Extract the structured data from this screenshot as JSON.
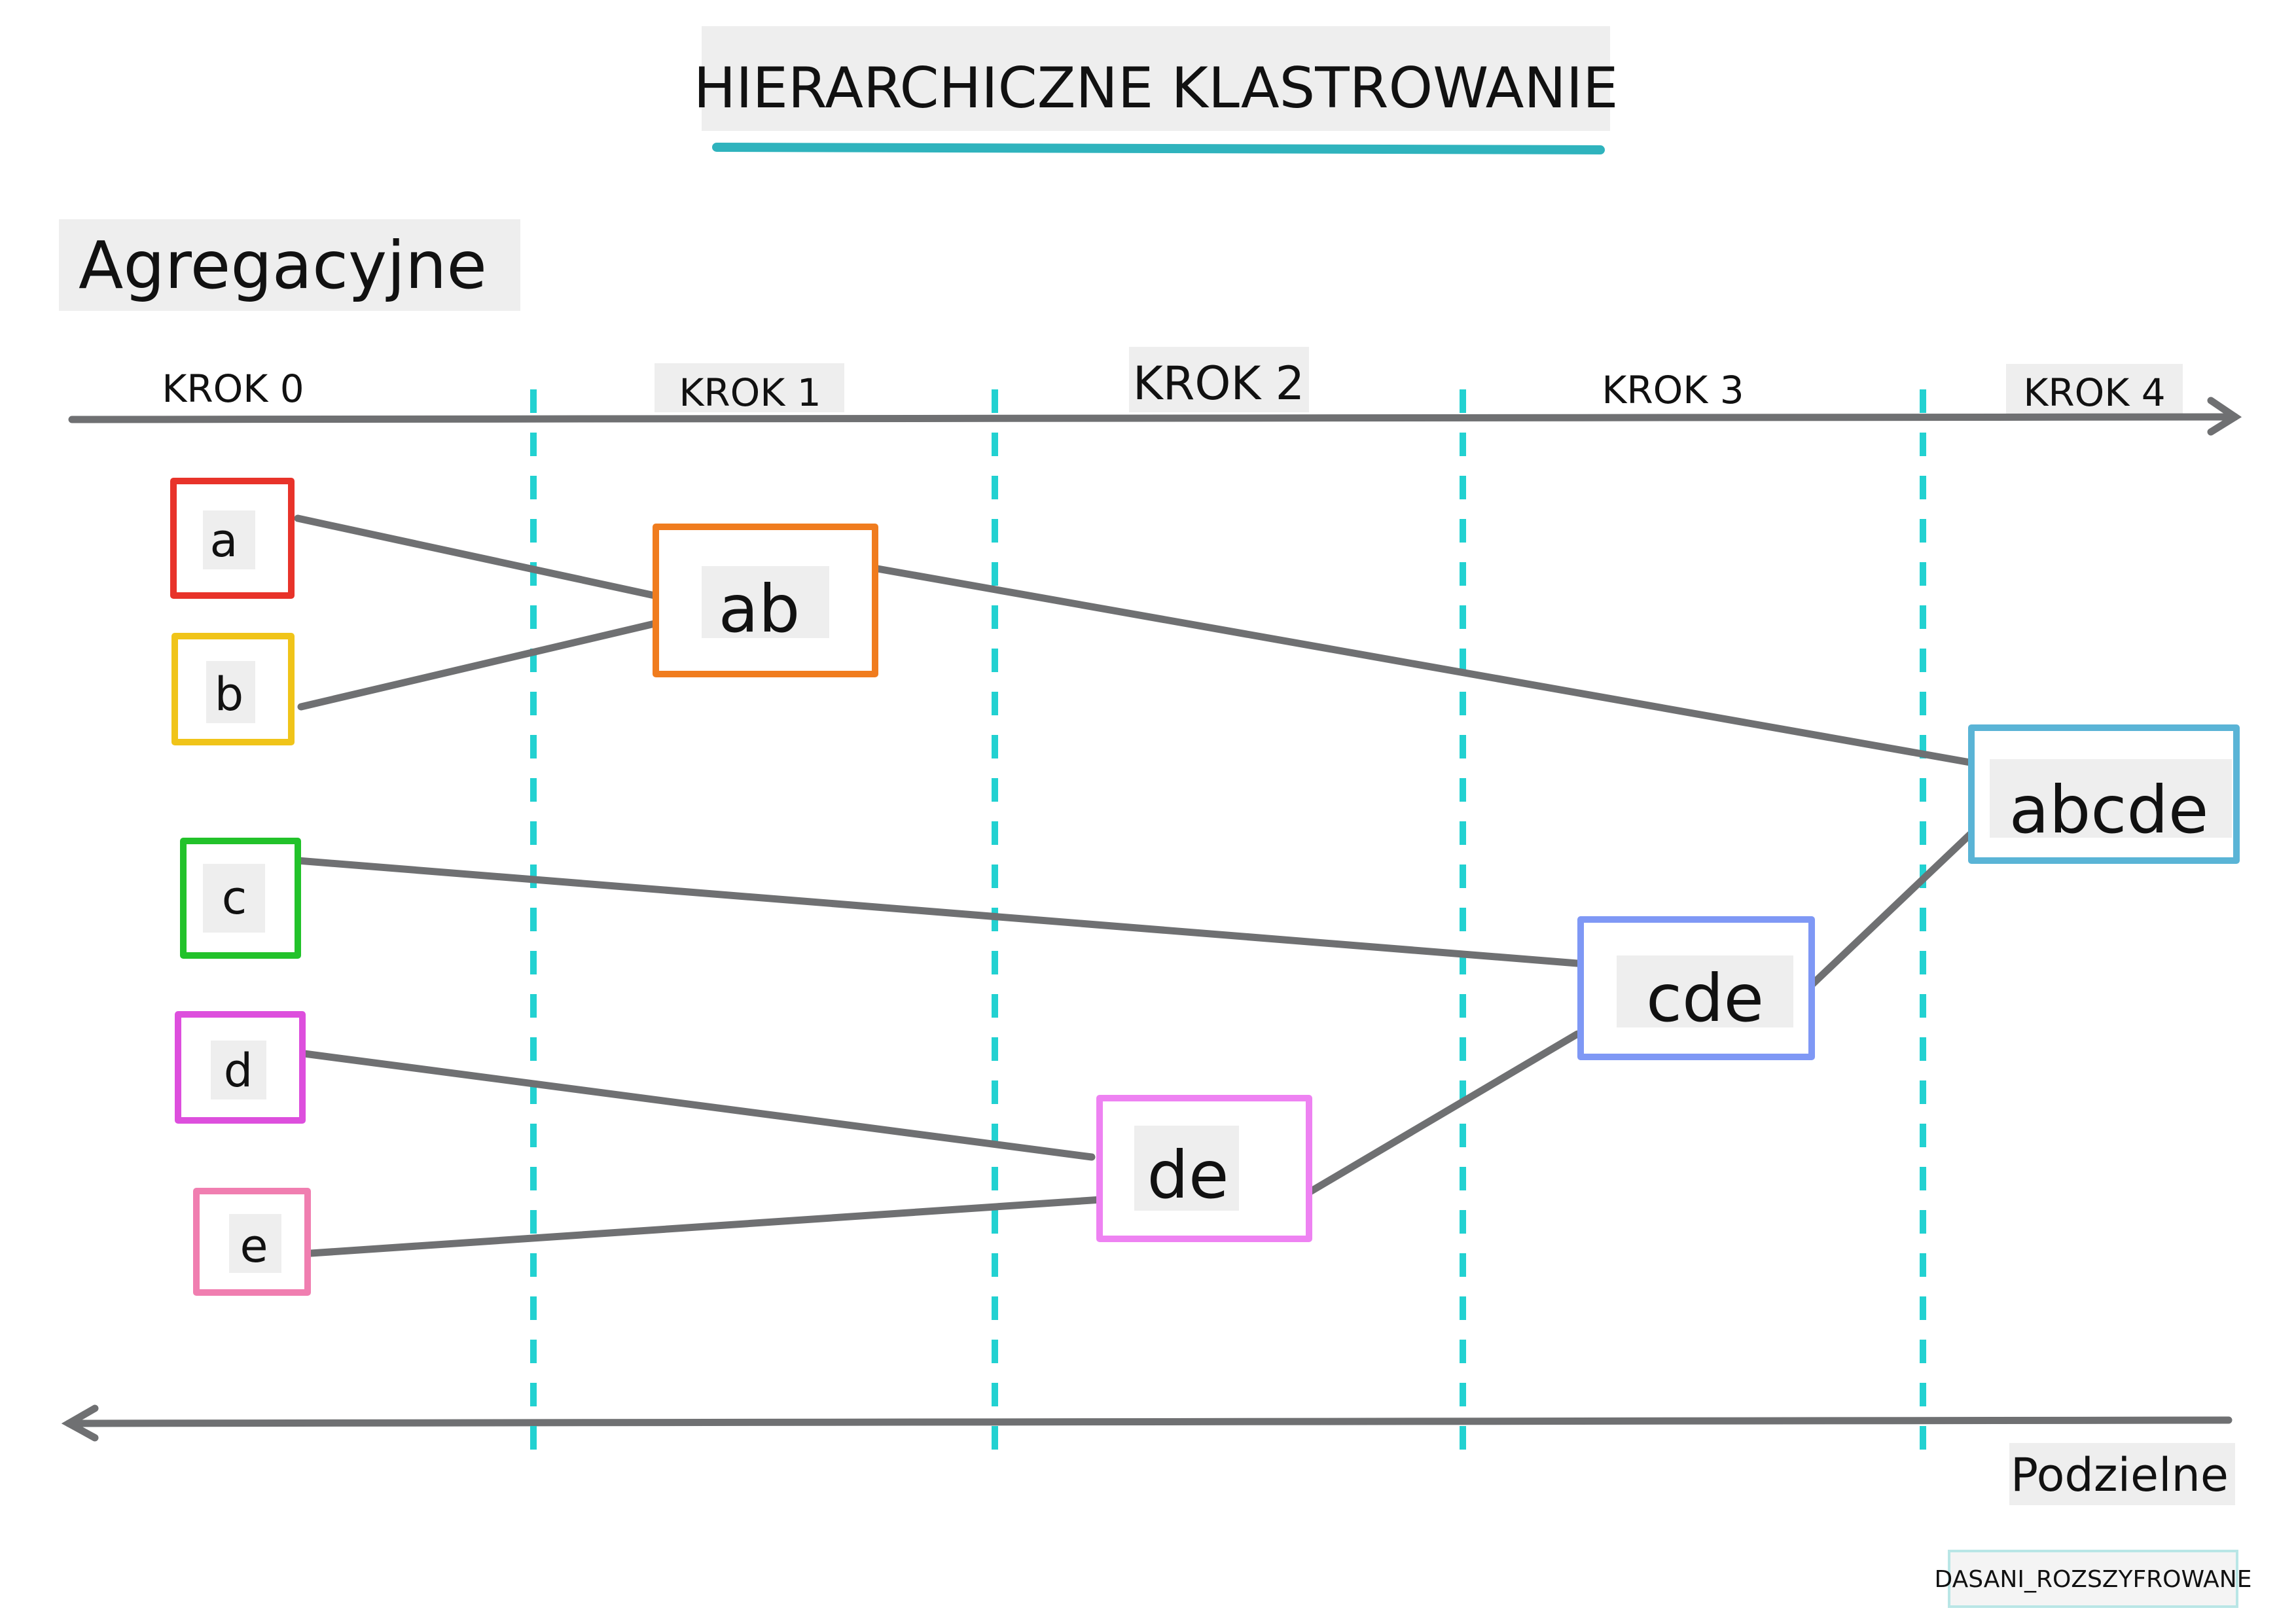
{
  "title": "HIERARCHICZNE KLASTROWANIE",
  "agglomerative_label": "Agregacyjne",
  "divisive_label": "Podzielne",
  "steps": [
    "KROK 0",
    "KROK 1",
    "KROK 2",
    "KROK 3",
    "KROK 4"
  ],
  "watermark": "DASANI_ROZSZYFROWANE",
  "nodes": {
    "a": {
      "label": "a",
      "color": "#e8332a"
    },
    "b": {
      "label": "b",
      "color": "#f0c419"
    },
    "c": {
      "label": "c",
      "color": "#22c22a"
    },
    "d": {
      "label": "d",
      "color": "#dd4fdd"
    },
    "e": {
      "label": "e",
      "color": "#f07eb0"
    },
    "ab": {
      "label": "ab",
      "color": "#f07c1e"
    },
    "de": {
      "label": "de",
      "color": "#ee82f2"
    },
    "cde": {
      "label": "cde",
      "color": "#7f98f5"
    },
    "abcde": {
      "label": "abcde",
      "color": "#5ab4d6"
    }
  },
  "colors": {
    "connector": "#6f7072",
    "divider": "#22d1d1",
    "title_underline": "#2fb3bd"
  }
}
